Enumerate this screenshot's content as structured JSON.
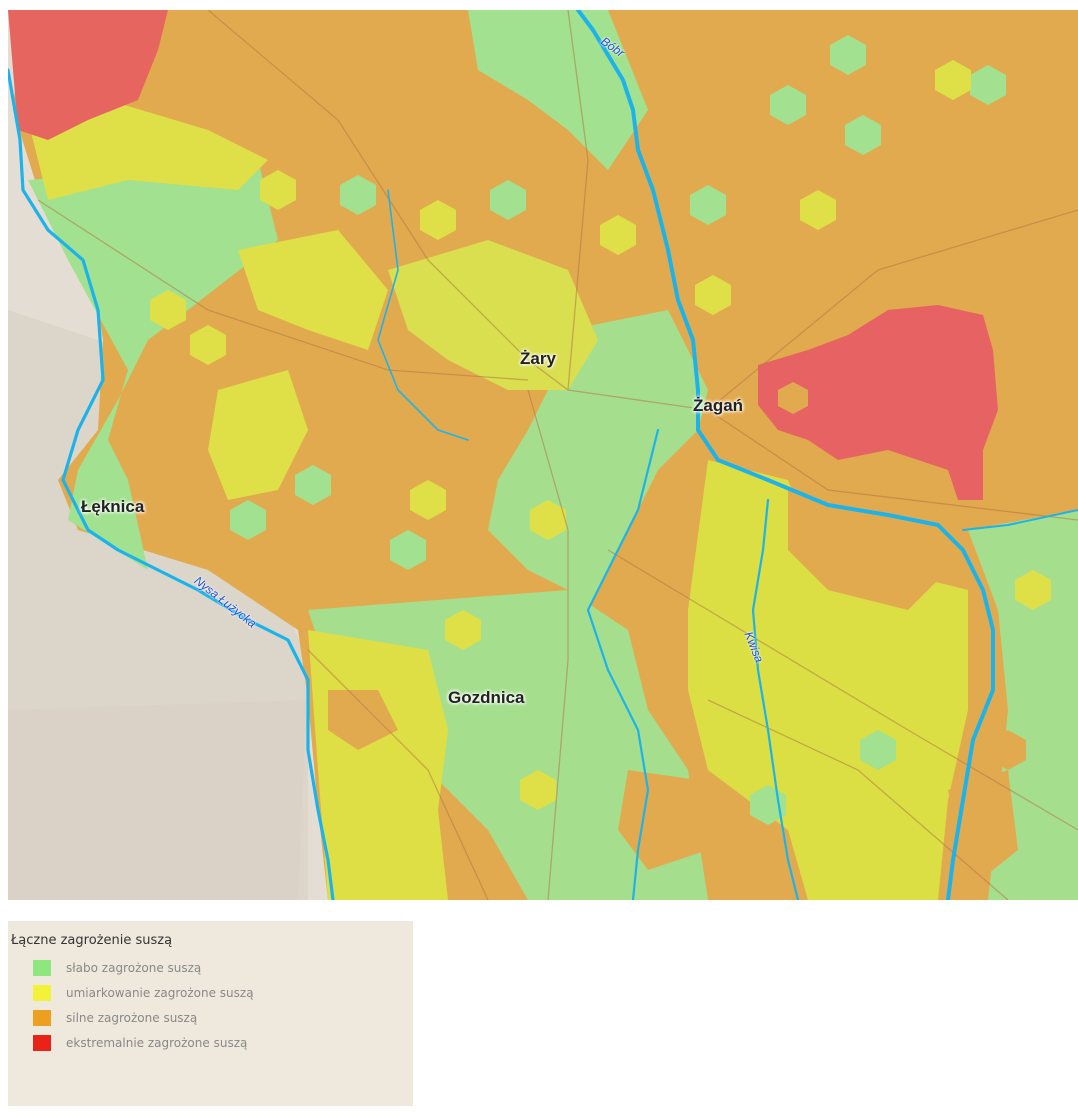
{
  "map": {
    "cities": [
      {
        "name": "Żary"
      },
      {
        "name": "Żagań"
      },
      {
        "name": "Łęknica"
      },
      {
        "name": "Gozdnica"
      }
    ],
    "rivers": [
      {
        "name": "Bóbr"
      },
      {
        "name": "Nysa Łużycka"
      },
      {
        "name": "Kwisa"
      }
    ],
    "colors": {
      "river": "#1cb3ea",
      "low": "#9fe58f",
      "moderate": "#e2e33f",
      "strong": "#e3a94c",
      "extreme": "#e76363",
      "background": "#e6e0d6"
    }
  },
  "legend": {
    "title": "Łączne zagrożenie suszą",
    "items": [
      {
        "label": "słabo zagrożone suszą",
        "color": "#8ee67f"
      },
      {
        "label": "umiarkowanie zagrożone suszą",
        "color": "#f2f23a"
      },
      {
        "label": "silne zagrożone suszą",
        "color": "#eba022"
      },
      {
        "label": "ekstremalnie zagrożone suszą",
        "color": "#ea2318"
      }
    ]
  }
}
